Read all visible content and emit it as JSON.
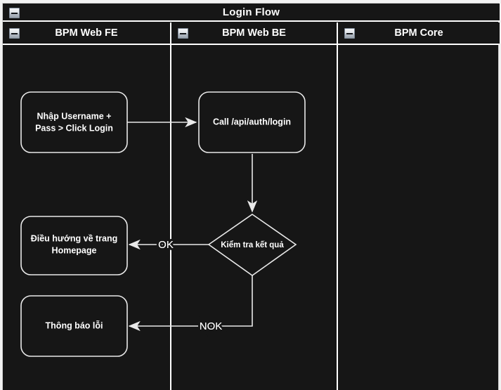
{
  "pool": {
    "title": "Login Flow",
    "collapse_icon": "minus-box-icon"
  },
  "lanes": [
    {
      "id": "fe",
      "label": "BPM Web FE",
      "collapse_icon": "minus-box-icon"
    },
    {
      "id": "be",
      "label": "BPM Web BE",
      "collapse_icon": "minus-box-icon"
    },
    {
      "id": "core",
      "label": "BPM Core",
      "collapse_icon": "minus-box-icon"
    }
  ],
  "nodes": {
    "login_input": {
      "label_line1": "Nhập Username +",
      "label_line2": "Pass > Click Login",
      "shape": "rounded-rectangle",
      "lane": "fe"
    },
    "call_api": {
      "label_line1": "Call /api/auth/login",
      "shape": "rounded-rectangle",
      "lane": "be"
    },
    "check_result": {
      "label_line1": "Kiểm tra kết quả",
      "shape": "diamond",
      "lane": "be"
    },
    "go_home": {
      "label_line1": "Điều hướng về trang",
      "label_line2": "Homepage",
      "shape": "rounded-rectangle",
      "lane": "fe"
    },
    "show_error": {
      "label_line1": "Thông báo lỗi",
      "shape": "rounded-rectangle",
      "lane": "fe"
    }
  },
  "edges": {
    "login_to_call": {
      "label": ""
    },
    "call_to_check": {
      "label": ""
    },
    "check_to_home": {
      "label": "OK"
    },
    "check_to_error": {
      "label": "NOK"
    }
  },
  "colors": {
    "background": "#161616",
    "stroke": "#e9e9e9",
    "text": "#ffffff",
    "lane_divider": "#ffffff",
    "page": "#f2f2f2"
  }
}
